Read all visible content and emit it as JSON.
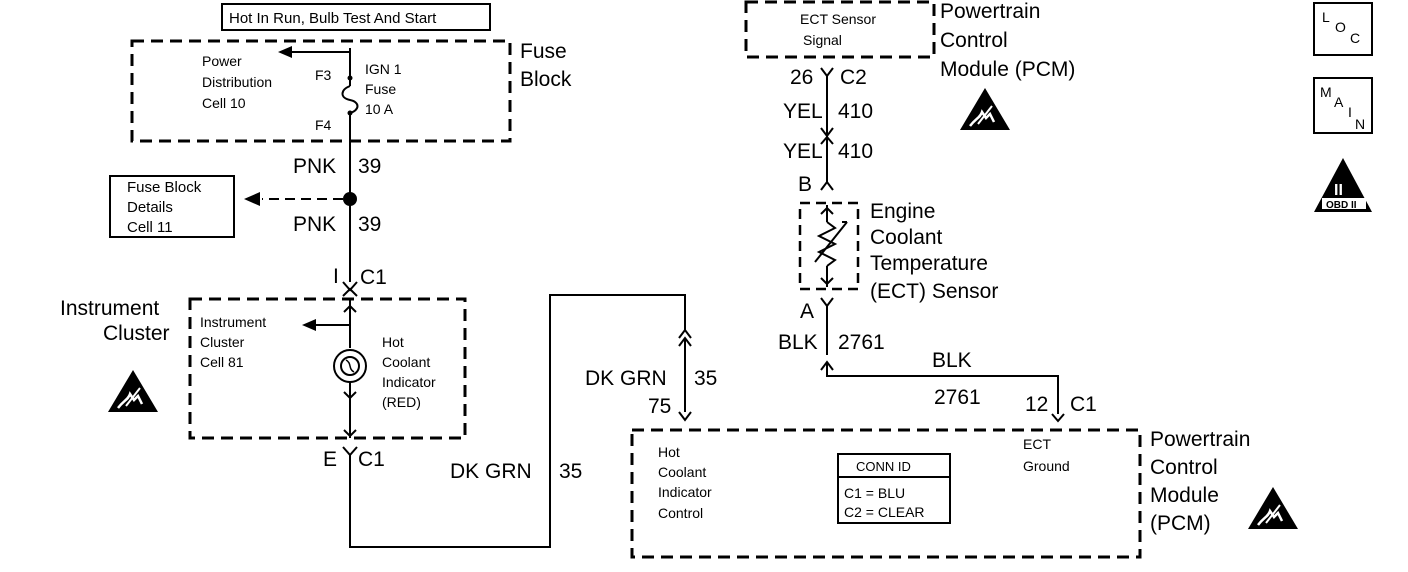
{
  "header_box": "Hot In Run, Bulb Test And Start",
  "fuse_block": {
    "label_line1": "Fuse",
    "label_line2": "Block",
    "power_dist_line1": "Power",
    "power_dist_line2": "Distribution",
    "power_dist_line3": "Cell 10",
    "pin_top": "F3",
    "pin_bottom": "F4",
    "fuse_line1": "IGN 1",
    "fuse_line2": "Fuse",
    "fuse_line3": "10 A"
  },
  "wire_pnk_upper": {
    "color": "PNK",
    "circuit": "39"
  },
  "wire_pnk_lower": {
    "color": "PNK",
    "circuit": "39"
  },
  "fuse_details": {
    "line1": "Fuse Block",
    "line2": "Details",
    "line3": "Cell 11"
  },
  "cluster_conn_top": {
    "pin": "I",
    "conn": "C1"
  },
  "cluster": {
    "label_line1": "Instrument",
    "label_line2": "Cluster",
    "ref_line1": "Instrument",
    "ref_line2": "Cluster",
    "ref_line3": "Cell 81",
    "lamp_line1": "Hot",
    "lamp_line2": "Coolant",
    "lamp_line3": "Indicator",
    "lamp_line4": "(RED)"
  },
  "cluster_conn_bottom": {
    "pin": "E",
    "conn": "C1"
  },
  "wire_dkgrn_lower": {
    "color": "DK GRN",
    "circuit": "35"
  },
  "wire_dkgrn_upper": {
    "color": "DK GRN",
    "circuit": "35",
    "pin": "75"
  },
  "pcm_top": {
    "signal_line1": "ECT Sensor",
    "signal_line2": "Signal",
    "label_line1": "Powertrain",
    "label_line2": "Control",
    "label_line3": "Module (PCM)",
    "pin": "26",
    "conn": "C2"
  },
  "wire_yel_upper": {
    "color": "YEL",
    "circuit": "410"
  },
  "wire_yel_lower": {
    "color": "YEL",
    "circuit": "410"
  },
  "ect_sensor": {
    "pin_top": "B",
    "pin_bottom": "A",
    "label_line1": "Engine",
    "label_line2": "Coolant",
    "label_line3": "Temperature",
    "label_line4": "(ECT) Sensor"
  },
  "wire_blk_vertical": {
    "color": "BLK",
    "circuit": "2761"
  },
  "wire_blk_horizontal": {
    "color": "BLK",
    "circuit": "2761",
    "pin": "12",
    "conn": "C1"
  },
  "pcm_bottom": {
    "control_line1": "Hot",
    "control_line2": "Coolant",
    "control_line3": "Indicator",
    "control_line4": "Control",
    "ground_line1": "ECT",
    "ground_line2": "Ground",
    "label_line1": "Powertrain",
    "label_line2": "Control",
    "label_line3": "Module",
    "label_line4": "(PCM)"
  },
  "conn_id": {
    "title": "CONN ID",
    "line1": "C1 = BLU",
    "line2": "C2 = CLEAR"
  },
  "symbols": {
    "loc_top": "L",
    "loc_mid": "O",
    "loc_bot": "C",
    "main_1": "M",
    "main_2": "A",
    "main_3": "I",
    "main_4": "N",
    "obd_numeral": "II",
    "obd_text": "OBD II"
  },
  "icons": [
    "esd-warning-icon",
    "loc-icon",
    "main-icon",
    "obd-ii-icon",
    "fuse-icon",
    "lamp-icon",
    "thermistor-icon"
  ]
}
